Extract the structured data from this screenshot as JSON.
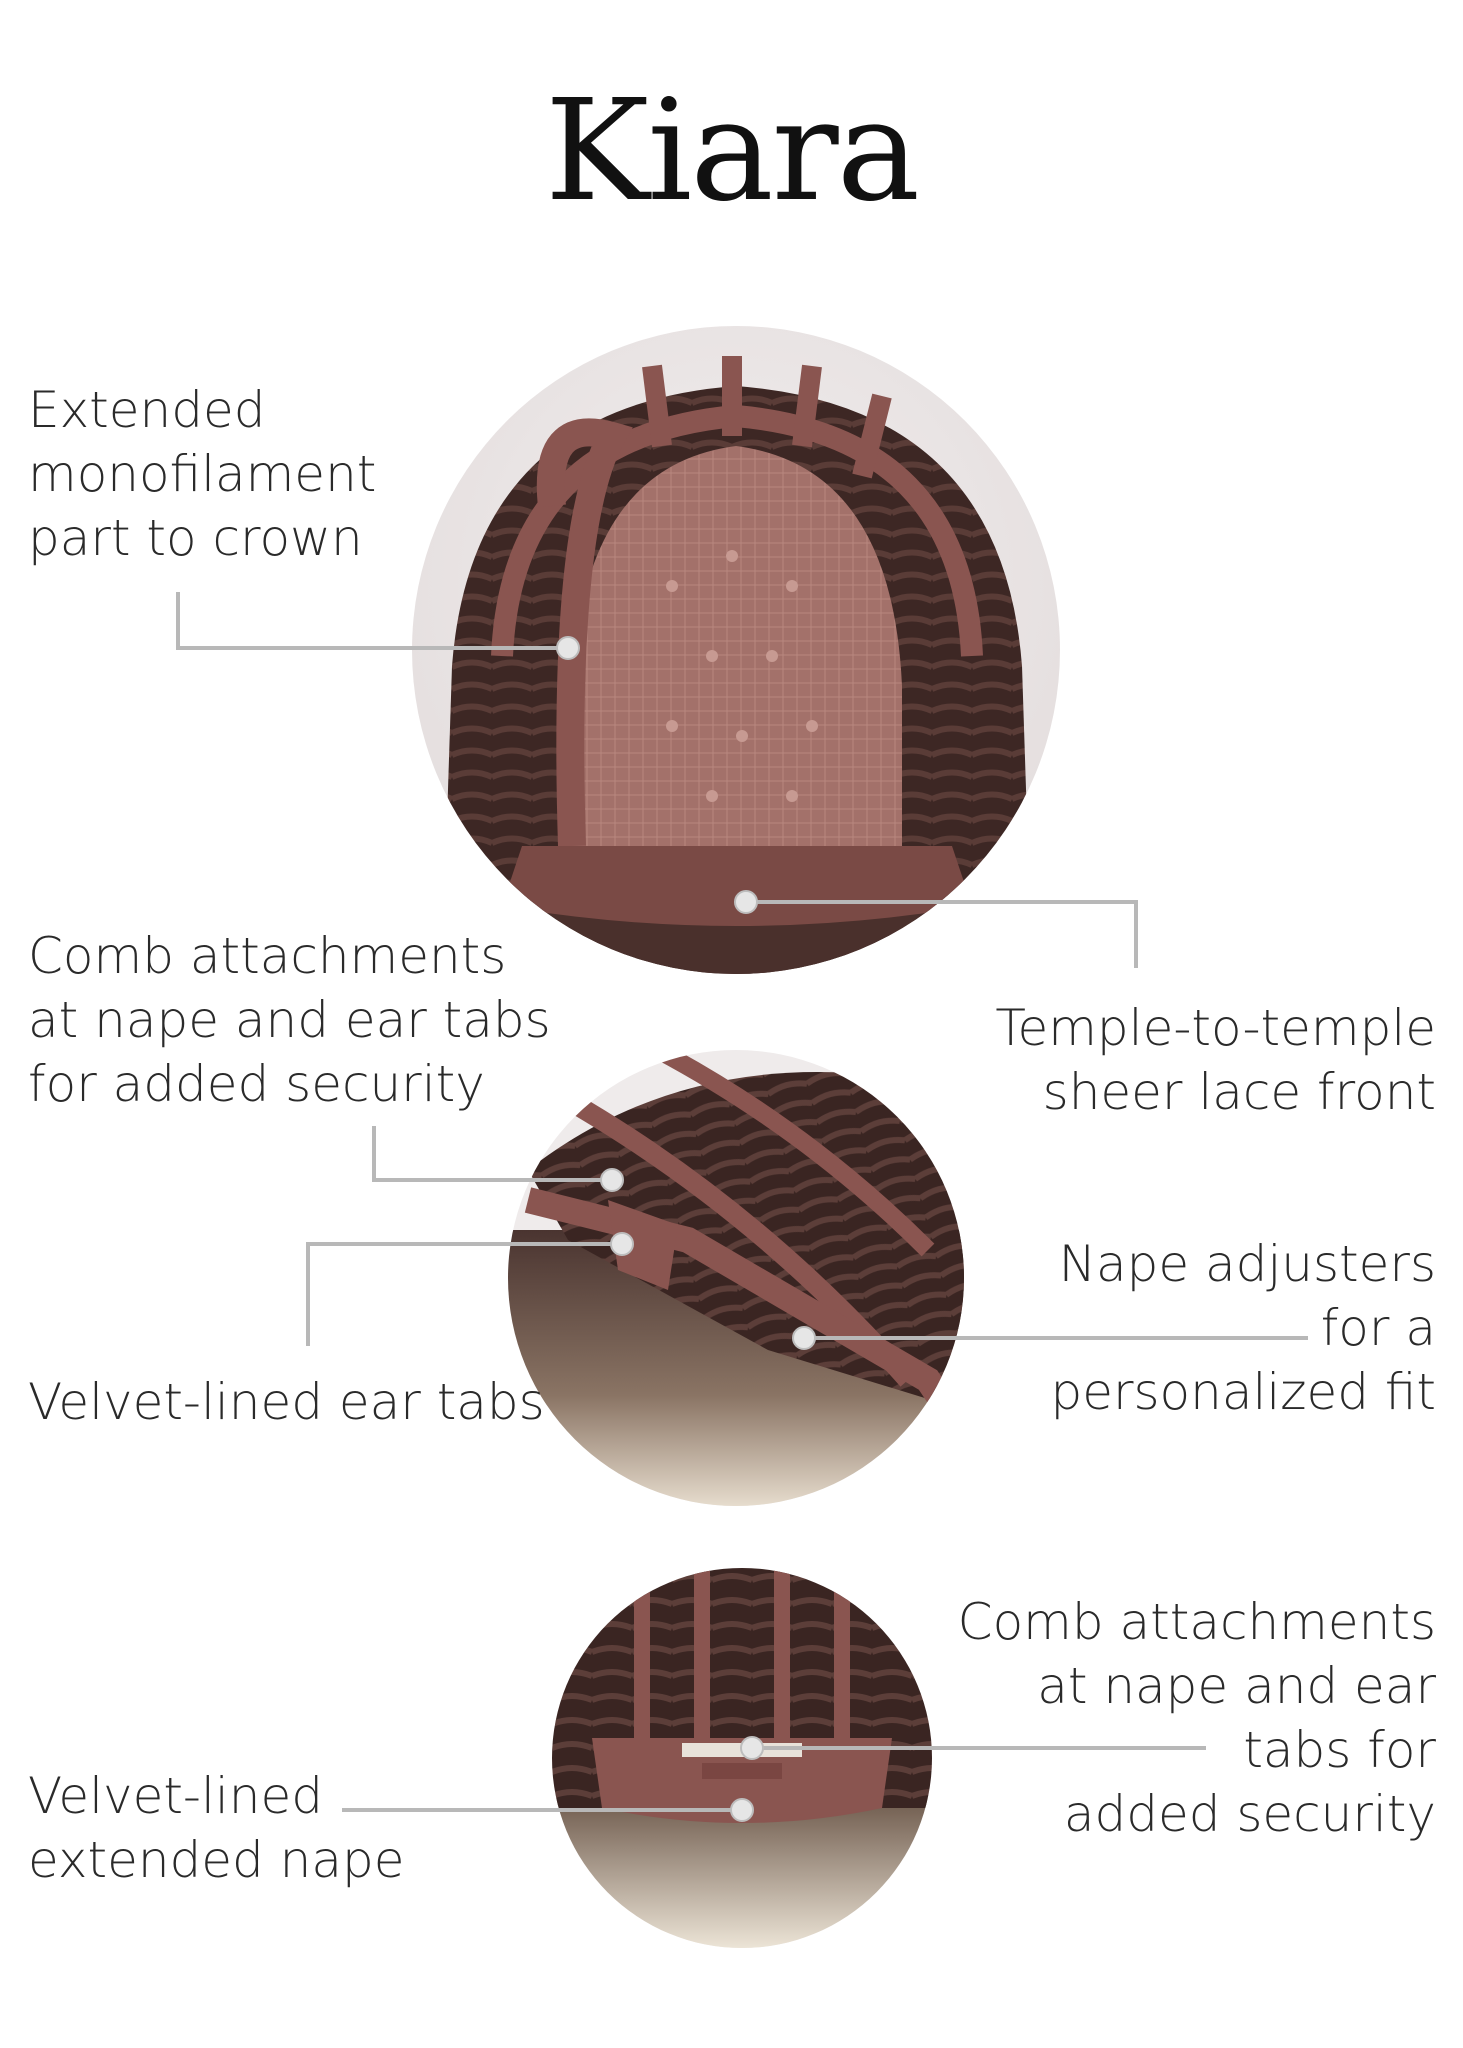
{
  "product": {
    "name": "Kiara"
  },
  "callouts": {
    "mono_part": "Extended\nmonofilament\npart to crown",
    "comb_top": "Comb attachments\nat nape and ear tabs\nfor added security",
    "temple": "Temple-to-temple\nsheer lace front",
    "ear_tabs": "Velvet-lined ear tabs",
    "nape_adjusters": "Nape adjusters\nfor a\npersonalized fit",
    "comb_bottom": "Comb attachments\nat nape and ear\ntabs for\nadded security",
    "velvet_nape": "Velvet-lined\nextended nape"
  },
  "colors": {
    "lace": "#9c6a62",
    "cap_band": "#8a5550",
    "hair_dark": "#3a2522",
    "hair_light": "#cfc5b8",
    "callout_line": "#b8b8b8"
  }
}
